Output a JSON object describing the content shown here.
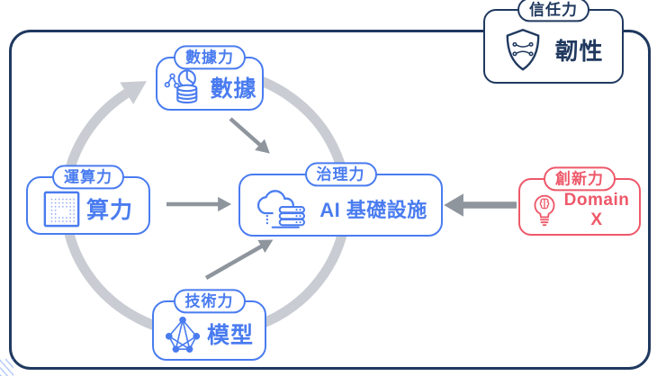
{
  "diagram": {
    "nodes": {
      "data": {
        "badge": "數據力",
        "label": "數據"
      },
      "compute": {
        "badge": "運算力",
        "label": "算力"
      },
      "governance": {
        "badge": "治理力",
        "label": "AI 基礎設施"
      },
      "technology": {
        "badge": "技術力",
        "label": "模型"
      },
      "trust": {
        "badge": "信任力",
        "label": "韌性"
      },
      "innovation": {
        "badge": "創新力",
        "label_line1": "Domain",
        "label_line2": "X"
      }
    },
    "icons": {
      "data": "pie-chart-database-icon",
      "compute": "chip-icon",
      "governance": "cloud-servers-icon",
      "technology": "network-graph-icon",
      "trust": "shield-circuit-icon",
      "innovation": "lightbulb-brain-icon"
    },
    "colors": {
      "accent_blue": "#4a7cf0",
      "navy": "#20395f",
      "accent_red": "#ee5869",
      "ring_gray": "#c9cdd3",
      "arrow_gray": "#8e959d"
    }
  }
}
